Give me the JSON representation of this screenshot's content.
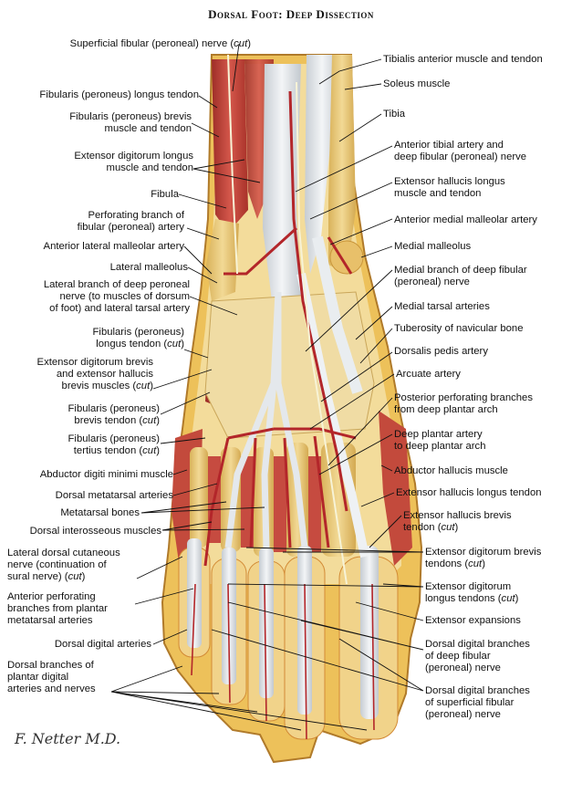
{
  "title": "Dorsal Foot: Deep Dissection",
  "signature": "F. Netter M.D.",
  "labels_left": [
    "Superficial fibular (peroneal) nerve (cut)",
    "Fibularis (peroneus) longus tendon",
    "Fibularis (peroneus) brevis\nmuscle and tendon",
    "Extensor digitorum longus\nmuscle and tendon",
    "Fibula",
    "Perforating branch of\nfibular (peroneal) artery",
    "Anterior lateral malleolar artery",
    "Lateral malleolus",
    "Lateral branch of deep peroneal\nnerve (to muscles of dorsum\nof foot) and lateral tarsal artery",
    "Fibularis (peroneus)\nlongus tendon (cut)",
    "Extensor digitorum brevis\nand extensor hallucis\nbrevis muscles (cut)",
    "Fibularis (peroneus)\nbrevis tendon (cut)",
    "Fibularis (peroneus)\ntertius tendon (cut)",
    "Abductor digiti minimi muscle",
    "Dorsal metatarsal arteries",
    "Metatarsal bones",
    "Dorsal interosseous muscles",
    "Lateral dorsal cutaneous\nnerve (continuation of\nsural nerve) (cut)",
    "Anterior perforating\nbranches from plantar\nmetatarsal arteries",
    "Dorsal digital arteries",
    "Dorsal branches of\nplantar digital\narteries and nerves"
  ],
  "labels_right": [
    "Tibialis anterior muscle and tendon",
    "Soleus muscle",
    "Tibia",
    "Anterior tibial artery and\ndeep fibular (peroneal) nerve",
    "Extensor hallucis longus\nmuscle and tendon",
    "Anterior medial malleolar artery",
    "Medial malleolus",
    "Medial branch of deep fibular\n(peroneal) nerve",
    "Medial tarsal arteries",
    "Tuberosity of navicular bone",
    "Dorsalis pedis artery",
    "Arcuate artery",
    "Posterior perforating branches\nfrom deep plantar arch",
    "Deep plantar artery\nto deep plantar arch",
    "Abductor hallucis muscle",
    "Extensor hallucis longus tendon",
    "Extensor hallucis brevis\ntendon (cut)",
    "Extensor digitorum brevis\ntendons (cut)",
    "Extensor digitorum\nlongus tendons (cut)",
    "Extensor expansions",
    "Dorsal digital branches\nof deep fibular\n(peroneal) nerve",
    "Dorsal digital branches\nof superficial fibular\n(peroneal) nerve"
  ],
  "colors": {
    "muscle": "#c8443a",
    "tendon": "#e6e9ec",
    "bone": "#e7c97a",
    "artery": "#b3262a",
    "fat": "#f1cf6a",
    "skin": "#e3a23c",
    "leader": "#111111"
  }
}
